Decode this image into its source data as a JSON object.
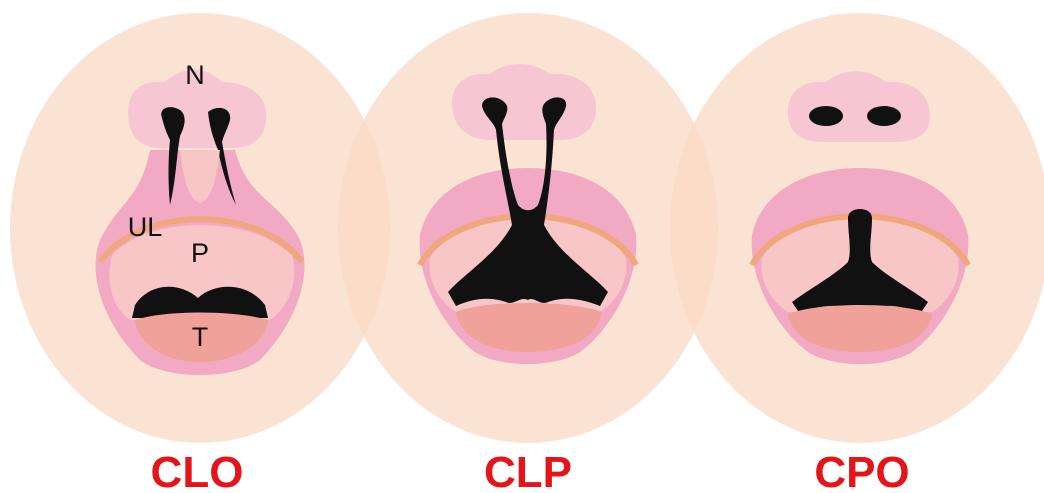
{
  "labels": {
    "clo": "CLO",
    "clp": "CLP",
    "cpo": "CPO"
  },
  "anatomy": {
    "nose": "N",
    "upper_lip": "UL",
    "palate": "P",
    "tongue": "T"
  },
  "colors": {
    "label": "#e4141b",
    "background_circle": "#fbe3d6",
    "nose_skin": "#f6c7d2",
    "lip_pink": "#f2a9c3",
    "palate": "#f8c6c6",
    "ridge": "#f0a77e",
    "tongue": "#f0a19a",
    "cleft": "#111111"
  }
}
